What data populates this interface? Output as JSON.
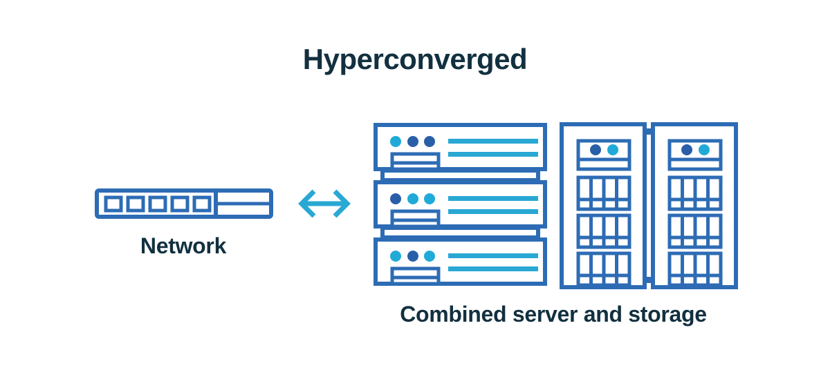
{
  "diagram": {
    "title": "Hyperconverged",
    "background_color": "#ffffff",
    "colors": {
      "title_text": "#12303f",
      "label_text": "#12303f",
      "outline_blue": "#2d6cb5",
      "accent_cyan": "#29a8d4",
      "dot_dark": "#2a5fa8",
      "dot_cyan": "#20aad8",
      "arrow_cyan": "#29a8d4"
    },
    "labels": {
      "network": "Network",
      "combined": "Combined server and storage"
    },
    "connector": {
      "name": "bidirectional-arrow",
      "glyph": "↔",
      "color": "#29a8d4",
      "direction": "both"
    },
    "network_switch": {
      "name": "network-switch",
      "port_count": 5,
      "panel_lines": 1
    },
    "server_stack": {
      "name": "server-stack",
      "unit_count": 3,
      "units": [
        {
          "index": 1,
          "dots": [
            "cyan",
            "dark",
            "dark"
          ],
          "cyan_lines": 2,
          "has_sub_panel": true
        },
        {
          "index": 2,
          "dots": [
            "dark",
            "cyan",
            "cyan"
          ],
          "cyan_lines": 2,
          "has_sub_panel": true
        },
        {
          "index": 3,
          "dots": [
            "cyan",
            "dark",
            "cyan"
          ],
          "cyan_lines": 2,
          "has_sub_panel": true
        }
      ]
    },
    "storage_array": {
      "name": "storage-array",
      "cabinet_count": 2,
      "cabinets": [
        {
          "index": 1,
          "top_panel_dots": [
            "dark",
            "cyan"
          ],
          "drive_blocks": 3,
          "bays_per_block": 4
        },
        {
          "index": 2,
          "top_panel_dots": [
            "dark",
            "cyan"
          ],
          "drive_blocks": 3,
          "bays_per_block": 4
        }
      ]
    }
  }
}
